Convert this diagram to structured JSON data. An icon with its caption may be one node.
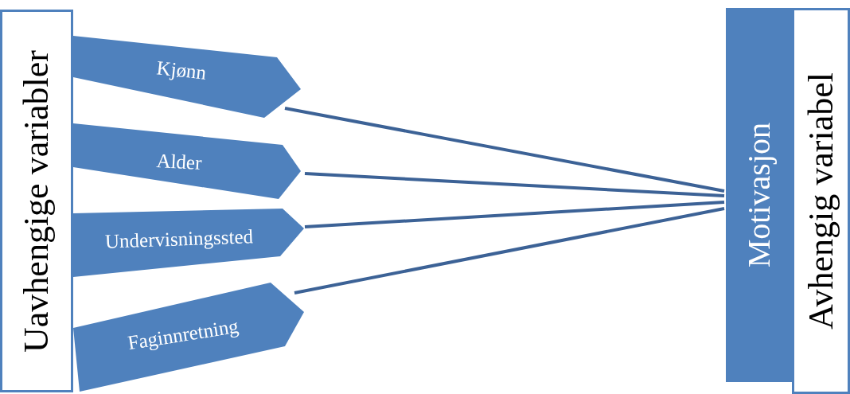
{
  "diagram": {
    "nodes": [
      {
        "text": [
          "Uavhengige variabler"
        ]
      },
      {
        "text": [
          "Kjønn"
        ]
      },
      {
        "text": [
          "Alder"
        ]
      },
      {
        "text": [
          "Undervisningssted"
        ]
      },
      {
        "text": [
          "Faginnretning"
        ]
      },
      {
        "text": [
          "Motivasjon"
        ]
      },
      {
        "text": [
          "Avhengig variabel"
        ]
      }
    ],
    "edges": [
      {
        "from": 1,
        "to": 5,
        "arrow": "none"
      },
      {
        "from": 2,
        "to": 5,
        "arrow": "none"
      },
      {
        "from": 3,
        "to": 5,
        "arrow": "none"
      },
      {
        "from": 4,
        "to": 5,
        "arrow": "none"
      }
    ]
  }
}
